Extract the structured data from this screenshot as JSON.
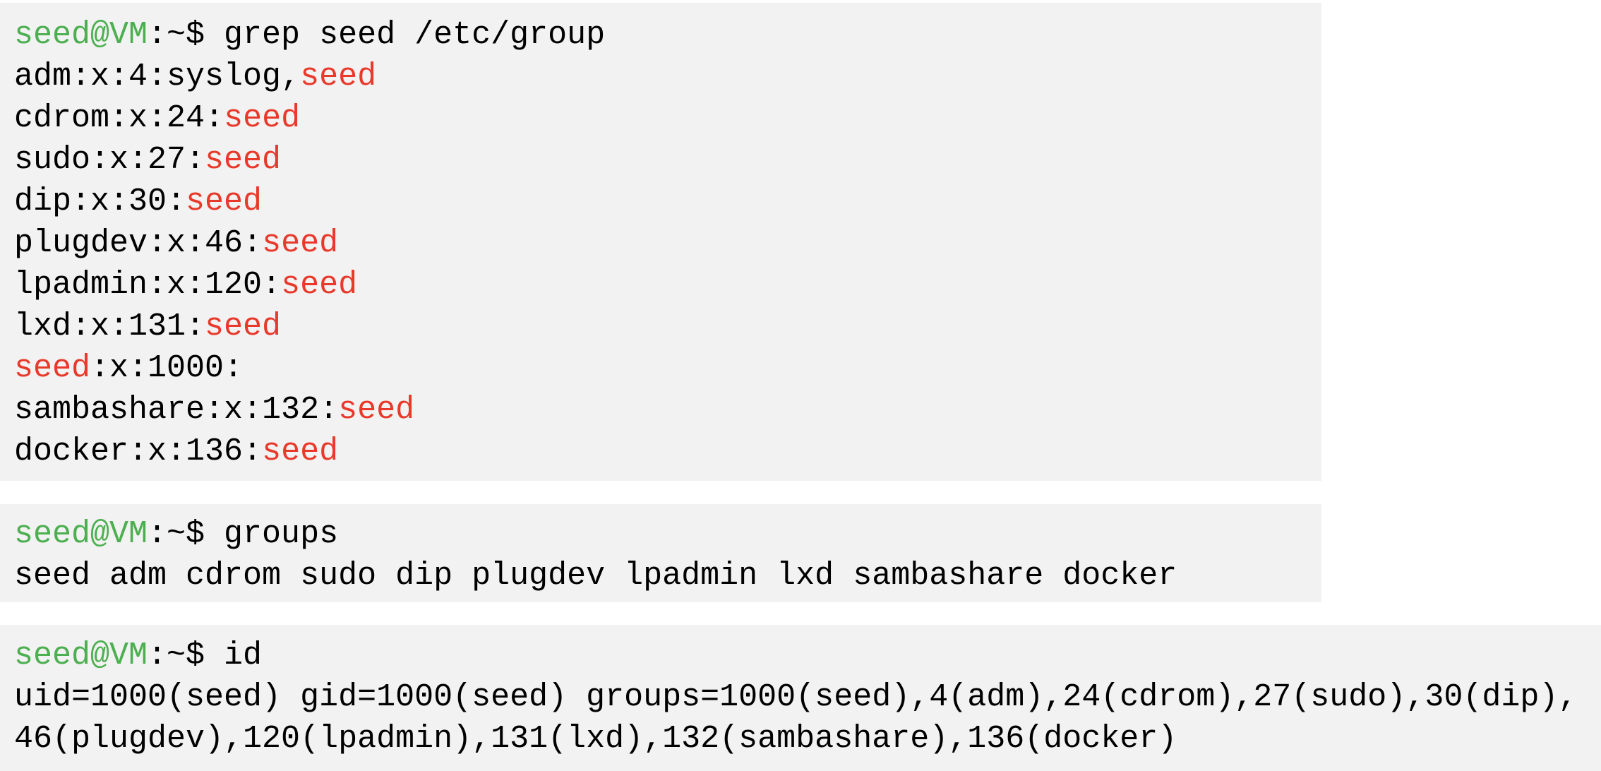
{
  "colors": {
    "prompt": "#4caf50",
    "highlight": "#e8392a",
    "background": "#f2f2f2",
    "text": "#000000"
  },
  "blocks": [
    {
      "lines": [
        [
          [
            "seed@VM",
            "green"
          ],
          [
            ":~$ grep seed /etc/group",
            "black"
          ]
        ],
        [
          [
            "adm:x:4:syslog,",
            "black"
          ],
          [
            "seed",
            "red"
          ]
        ],
        [
          [
            "cdrom:x:24:",
            "black"
          ],
          [
            "seed",
            "red"
          ]
        ],
        [
          [
            "sudo:x:27:",
            "black"
          ],
          [
            "seed",
            "red"
          ]
        ],
        [
          [
            "dip:x:30:",
            "black"
          ],
          [
            "seed",
            "red"
          ]
        ],
        [
          [
            "plugdev:x:46:",
            "black"
          ],
          [
            "seed",
            "red"
          ]
        ],
        [
          [
            "lpadmin:x:120:",
            "black"
          ],
          [
            "seed",
            "red"
          ]
        ],
        [
          [
            "lxd:x:131:",
            "black"
          ],
          [
            "seed",
            "red"
          ]
        ],
        [
          [
            "seed",
            "red"
          ],
          [
            ":x:1000:",
            "black"
          ]
        ],
        [
          [
            "sambashare:x:132:",
            "black"
          ],
          [
            "seed",
            "red"
          ]
        ],
        [
          [
            "docker:x:136:",
            "black"
          ],
          [
            "seed",
            "red"
          ]
        ]
      ]
    },
    {
      "lines": [
        [
          [
            "seed@VM",
            "green"
          ],
          [
            ":~$ groups",
            "black"
          ]
        ],
        [
          [
            "seed adm cdrom sudo dip plugdev lpadmin lxd sambashare docker",
            "black"
          ]
        ]
      ]
    },
    {
      "lines": [
        [
          [
            "seed@VM",
            "green"
          ],
          [
            ":~$ id",
            "black"
          ]
        ],
        [
          [
            "uid=1000(seed) gid=1000(seed) groups=1000(seed),4(adm),24(cdrom),27(sudo),30(dip),",
            "black"
          ]
        ],
        [
          [
            "46(plugdev),120(lpadmin),131(lxd),132(sambashare),136(docker)",
            "black"
          ]
        ]
      ]
    }
  ]
}
